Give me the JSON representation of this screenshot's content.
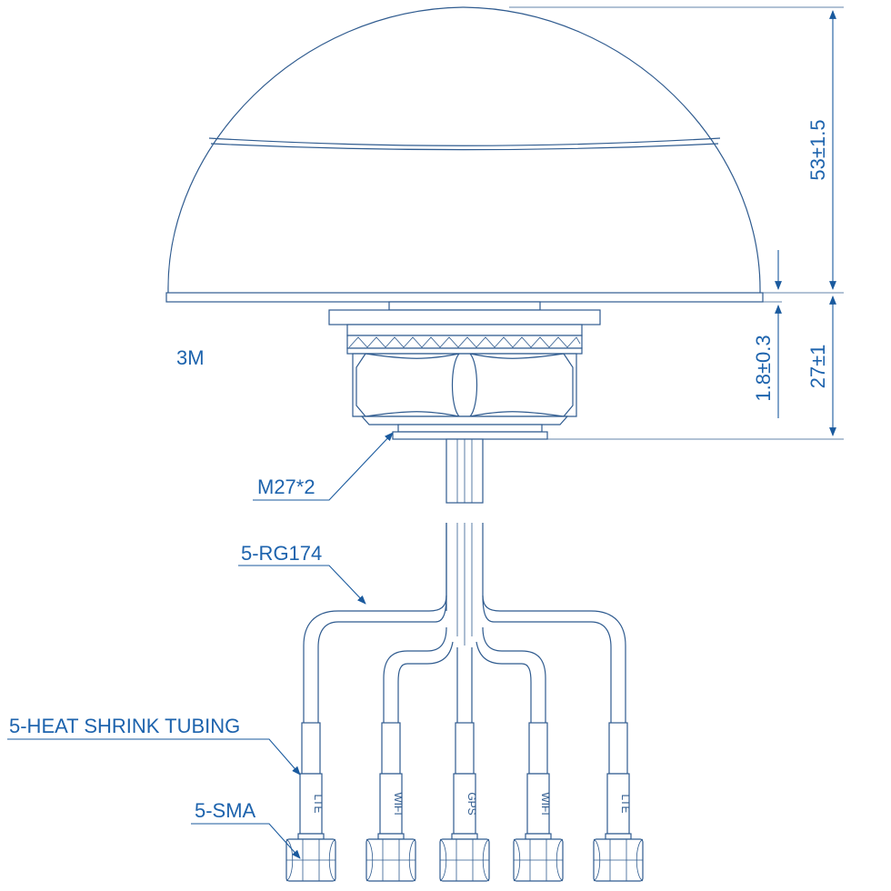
{
  "dimensions": {
    "overall_height": "53±1.5",
    "base_thickness": "1.8±0.3",
    "mount_height": "27±1"
  },
  "labels": {
    "cable_length": "3M",
    "thread": "M27*2",
    "cable": "5-RG174",
    "tubing": "5-HEAT SHRINK TUBING",
    "connector": "5-SMA"
  },
  "leads": [
    {
      "tag": "LTE"
    },
    {
      "tag": "WIFI"
    },
    {
      "tag": "GPS"
    },
    {
      "tag": "WIFI"
    },
    {
      "tag": "LTE"
    }
  ],
  "colors": {
    "outline": "#2f5b8f",
    "dimension": "#1a5a9e",
    "text": "#1d63ad"
  }
}
